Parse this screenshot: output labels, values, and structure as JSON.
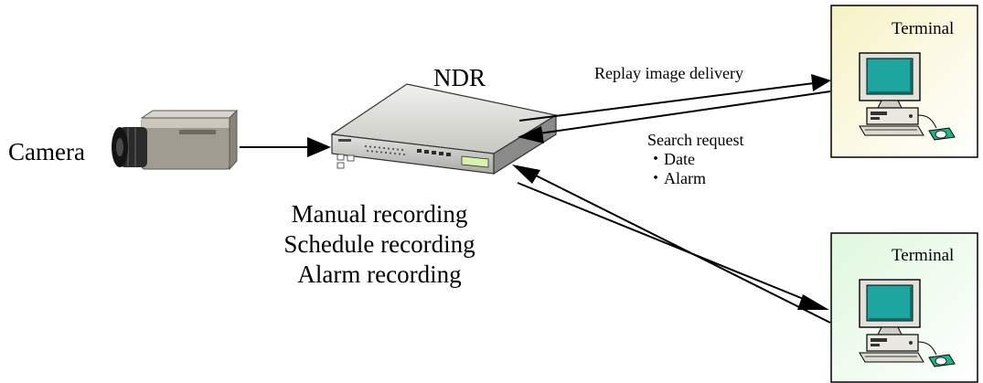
{
  "camera": {
    "label": "Camera",
    "icon": "camera-icon"
  },
  "ndr": {
    "label": "NDR",
    "icon": "server-icon",
    "accent": "#d9f2ae"
  },
  "recording_modes": [
    "Manual recording",
    "Schedule recording",
    "Alarm recording"
  ],
  "flows": {
    "replay_label": "Replay image delivery",
    "search_label": "Search request",
    "search_items": [
      "・Date",
      "・Alarm"
    ]
  },
  "terminals": [
    {
      "label": "Terminal",
      "icon": "computer-icon",
      "background": "#fdfde0"
    },
    {
      "label": "Terminal",
      "icon": "computer-icon",
      "background": "#e7f9e7"
    }
  ],
  "colors": {
    "screen": "#1fa5a0",
    "mouse": "#1bb58a",
    "line": "#000000"
  }
}
